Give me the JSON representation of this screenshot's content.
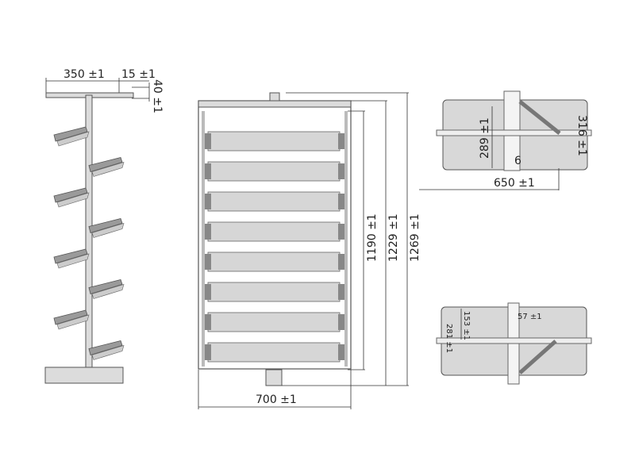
{
  "side_view": {
    "width_label": "350 ±1",
    "plate_label": "15 ±1",
    "plate_height_label": "40 ±1",
    "basket_count": 8
  },
  "front_view": {
    "width_label": "700 ±1",
    "inner_height_label": "1190 ±1",
    "mid_height_label": "1229 ±1",
    "total_height_label": "1269 ±1",
    "shelf_count": 8
  },
  "top_view_upper": {
    "depth_label": "289 ±1",
    "side_label": "316 ±1",
    "offset_label": "6",
    "width_label": "650 ±1"
  },
  "top_view_lower": {
    "depth_label": "153 ±1",
    "total_label": "281 ±1",
    "offset_label": "57 ±1"
  }
}
